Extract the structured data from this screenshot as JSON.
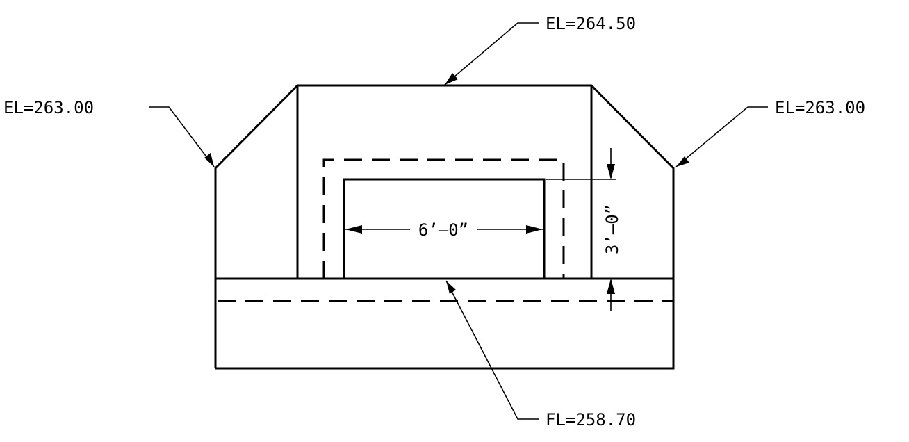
{
  "labels": {
    "top_elevation": "EL=264.50",
    "left_elevation": "EL=263.00",
    "right_elevation": "EL=263.00",
    "floor_elevation": "FL=258.70"
  },
  "dimensions": {
    "width": "6’–0”",
    "height": "3’–0”"
  },
  "colors": {
    "line": "#000000",
    "background": "#ffffff"
  }
}
